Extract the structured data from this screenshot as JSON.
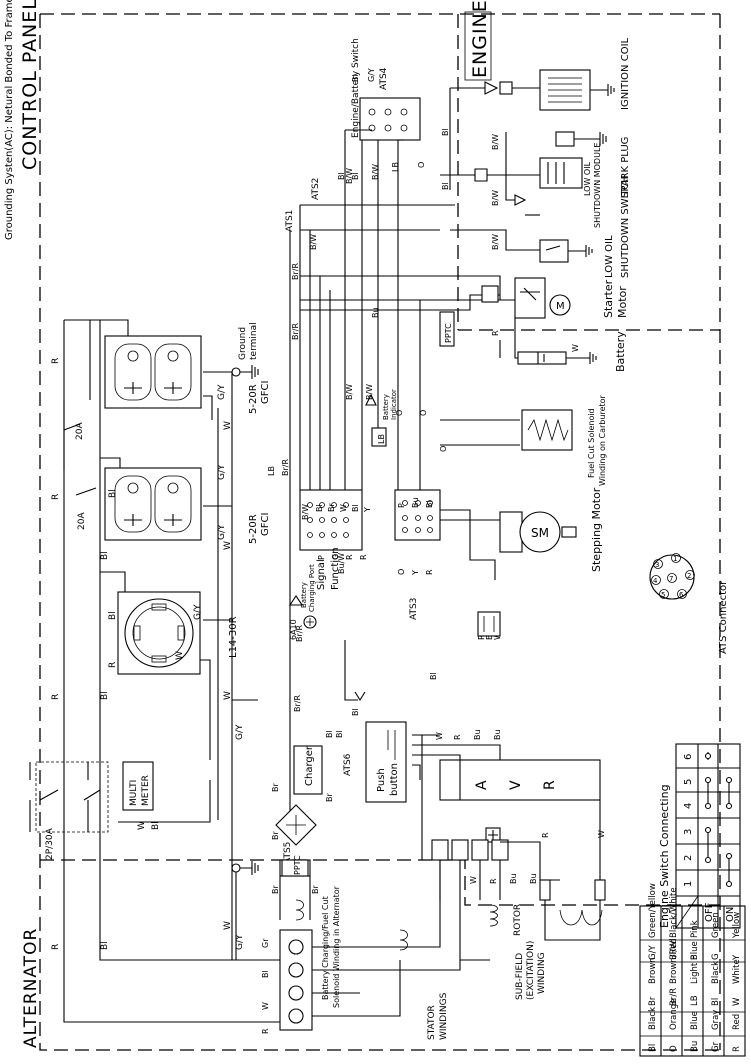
{
  "header": {
    "grounding_note": "Grounding Systen(AC): Netural Bonded To Frame",
    "panel_title": "CONTROL PANEL",
    "engine_title": "ENGINE",
    "alternator_title": "ALTERNATOR"
  },
  "engine_components": {
    "ignition_coil": "IGNITION COIL",
    "spark_plug": "SPARK PLUG",
    "low_oil_module_1": "LOW OIL",
    "low_oil_module_2": "SHUTDOWN MODULE",
    "low_oil_switch_1": "LOW OIL",
    "low_oil_switch_2": "SHUTDOWN SWITCH",
    "starter_1": "Starter",
    "starter_2": "Motor",
    "motor_symbol": "M",
    "battery": "Battery",
    "pptc": "PPTC",
    "fuel_cut_1": "Fuel Cut Solenoid",
    "fuel_cut_2": "Winding on Carburetor",
    "stepping_motor": "Stepping Motor",
    "sm_symbol": "SM",
    "ats_connector": "ATS Connector",
    "ats_pins": [
      "1",
      "2",
      "3",
      "4",
      "5",
      "6",
      "7"
    ]
  },
  "control_components": {
    "engine_battery_switch": "Engine/Battery Switch",
    "ats1": "ATS1",
    "ats2": "ATS2",
    "ats3": "ATS3",
    "ats4": "ATS4",
    "ats5": "ATS5",
    "ats6": "ATS6",
    "ground_1": "Ground",
    "ground_2": "terminal",
    "gfci_top_1": "5-20R",
    "gfci_top_2": "GFCI",
    "gfci_bot_1": "5-20R",
    "gfci_bot_2": "GFCI",
    "breaker_20a_1": "20A",
    "breaker_20a_2": "20A",
    "l14": "L14-30R",
    "multimeter_1": "MULTI",
    "multimeter_2": "METER",
    "breaker_2p": "2P/30A",
    "battery_indicator_1": "Battery",
    "battery_indicator_2": "Indicator",
    "signal": "Signal",
    "function": "Function",
    "battery_charging_port_1": "Battery",
    "battery_charging_port_2": "Charging Port",
    "fuse_6a10": "6A10",
    "charger": "Charger",
    "push_button_1": "Push",
    "push_button_2": "button",
    "avr_1": "A",
    "avr_2": "V",
    "avr_3": "R",
    "rotor": "ROTOR",
    "sub_field_1": "SUB-FIELD",
    "sub_field_2": "(EXCITATION)",
    "sub_field_3": "WINDING",
    "stator_1": "STATOR",
    "stator_2": "WINDINGS",
    "charging_winding_1": "Battery Charging/Fuel Cut",
    "charging_winding_2": "Solenoid Winding in Alternator"
  },
  "wire_labels": {
    "bl": "Bl",
    "bw": "B/W",
    "lb": "LB",
    "o": "O",
    "gy": "G/Y",
    "brr": "Br/R",
    "bu": "Bu",
    "buw": "Bu/W",
    "r": "R",
    "w": "W",
    "br": "Br",
    "gr": "Gr",
    "p": "P",
    "g": "G",
    "y": "Y"
  },
  "switch_table": {
    "title": "Engine Switch Connecting",
    "columns": [
      "1",
      "2",
      "3",
      "4",
      "5",
      "6"
    ],
    "rows": [
      "OFF",
      "ON"
    ]
  },
  "color_legend": [
    [
      "Bl",
      "Black",
      "Br",
      "Brown",
      "G/Y",
      "Green/Yellow"
    ],
    [
      "O",
      "Orange",
      "Br/R",
      "Brown/Red",
      "Bl/W",
      "Black/White"
    ],
    [
      "Bu",
      "Blue",
      "LB",
      "Light Blue",
      "P",
      "Pink"
    ],
    [
      "Gr",
      "Gray",
      "Bl",
      "Black",
      "G",
      "Green"
    ],
    [
      "R",
      "Red",
      "W",
      "White",
      "Y",
      "Yellow"
    ]
  ]
}
